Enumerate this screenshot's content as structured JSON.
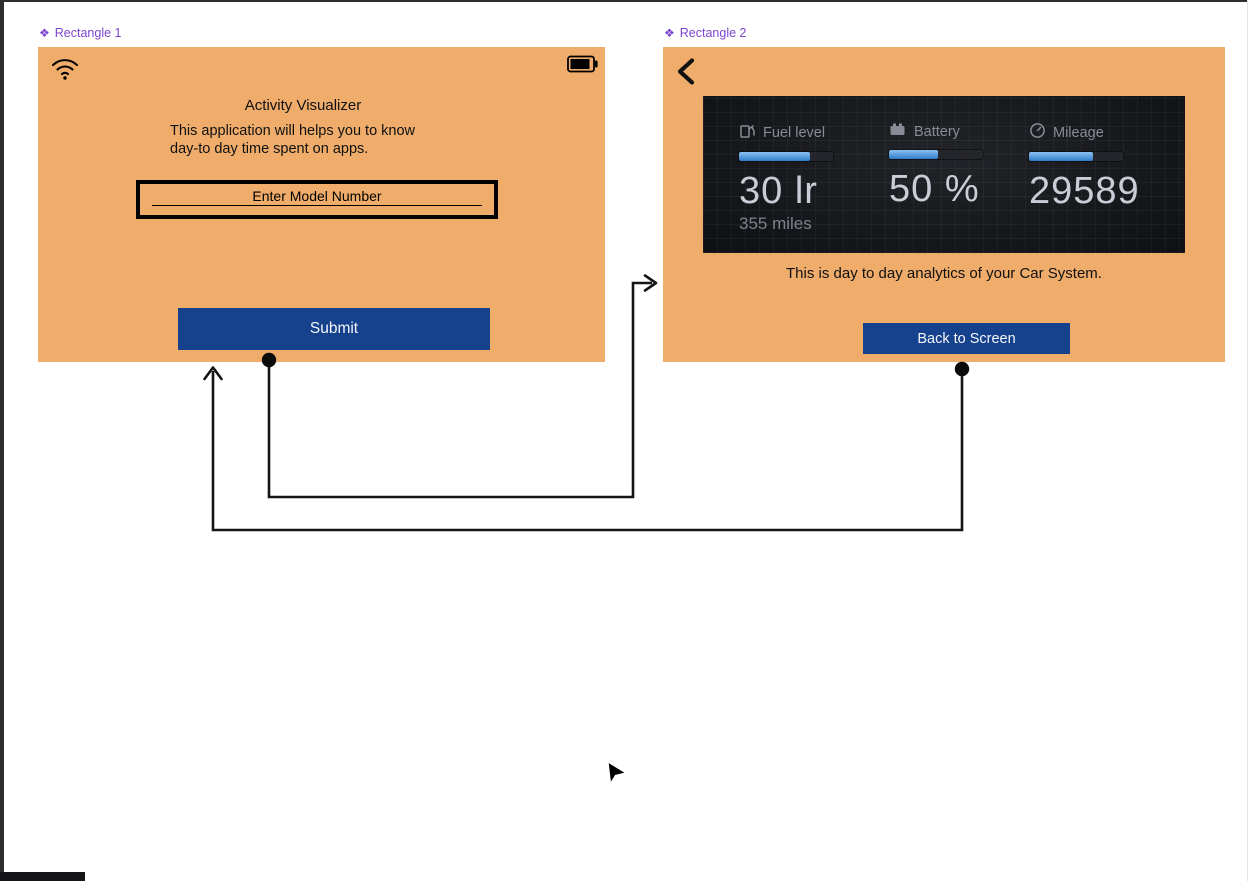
{
  "icons": {
    "component_glyph": "❖"
  },
  "colors": {
    "artboard_orange": "#efac6a",
    "button_blue": "#16418d",
    "frame_label_purple": "#7c45cf",
    "dashboard_bg": "#16181d",
    "dashboard_bar_blue": "#2f7ccc",
    "connector_black": "#151515"
  },
  "screen1": {
    "label": "Rectangle 1",
    "title": "Activity Visualizer",
    "description_line1": "This application will helps you to know",
    "description_line2": "day-to day time spent on apps.",
    "input_label": "Enter Model Number",
    "submit_label": "Submit"
  },
  "screen2": {
    "label": "Rectangle 2",
    "caption": "This is day to day analytics of your Car System.",
    "back_label": "Back to Screen",
    "dashboard": {
      "metrics": [
        {
          "icon": "fuel-pump-icon",
          "label": "Fuel level",
          "value": "30 lr",
          "sub": "355 miles",
          "progress": 75
        },
        {
          "icon": "battery-icon",
          "label": "Battery",
          "value": "50 %",
          "sub": "",
          "progress": 52
        },
        {
          "icon": "gauge-icon",
          "label": "Mileage",
          "value": "29589",
          "sub": "",
          "progress": 68
        }
      ]
    }
  }
}
